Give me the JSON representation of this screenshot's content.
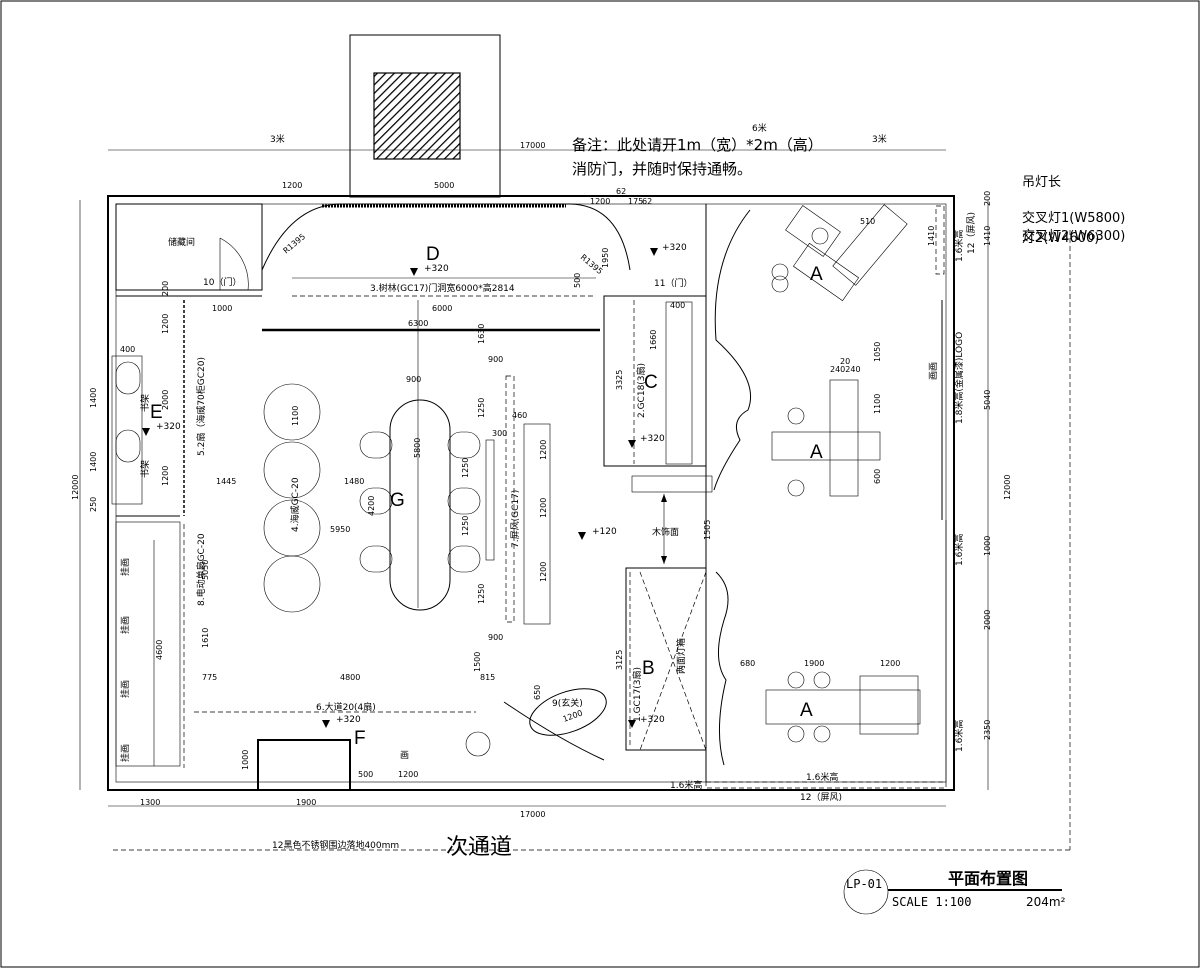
{
  "sheet": {
    "note_line1": "备注：此处请开1m（宽）*2m（高）",
    "note_line2": "消防门，并随时保持通畅。",
    "legend_title": "吊灯长",
    "legend_items": [
      "交叉灯1(W5800)",
      "交叉灯2(W6300)",
      "灯2(W4600)"
    ],
    "passage_label": "次通道",
    "drawing_no": "LP-01",
    "drawing_title": "平面布置图",
    "scale": "SCALE 1:100",
    "area": "204m²",
    "bottom_note": "12黑色不锈钢围边落地400mm"
  },
  "zones": {
    "A1": "A",
    "A2": "A",
    "A3": "A",
    "B": "B",
    "C": "C",
    "D": "D",
    "E": "E",
    "F": "F",
    "G": "G"
  },
  "labels": {
    "storage": "储藏间",
    "door10": "10（门）",
    "door11": "11（门）",
    "tree_wall": "3.树林(GC17)门洞宽6000*高2814",
    "gc18": "2.GC18(3扇)",
    "gc17_b": "1.GC17(3扇)",
    "screen": "7.屏风(GC17)",
    "haiwei70": "5.2扇（海威70柜GC20)",
    "haiwei": "4.海威GC-20",
    "door_single": "8.电动单扇GC-20",
    "aisle": "6.大道20(4扇)",
    "entrance": "9(玄关)",
    "wood_face": "木饰面",
    "lamp_box": "两面灯箱",
    "logo_wall": "1.8米高(金属漆)LOGO",
    "painting": "画",
    "painting_right": "画画",
    "hang_painting": "挂画",
    "bookshelf": "书架",
    "screen_bottom": "12（屏风)",
    "screen_right": "12（屏风)",
    "h16_1": "1.6米高",
    "h16_2": "1.6米高",
    "h16_3": "1.6米高",
    "h16_4": "1.6米高",
    "h16_5": "1.6米高",
    "h3m_left": "3米",
    "h3m_right": "3米",
    "h6m": "6米",
    "lvl_d": "+320",
    "lvl_e": "+320",
    "lvl_c": "+320",
    "lvl_top": "+320",
    "lvl_b": "+320",
    "lvl_f": "+320",
    "lvl_mid": "+120"
  },
  "dims": {
    "top_total": "17000",
    "bottom_total": "17000",
    "left_total": "12000",
    "right_total": "12000",
    "d1200a": "1200",
    "d5000": "5000",
    "d1200b": "1200",
    "d62a": "62",
    "d175": "175",
    "d62b": "62",
    "d200r1": "200",
    "d1410a": "1410",
    "d1410b": "1410",
    "d5040": "5040",
    "d1000r": "1000",
    "d2000r": "2000",
    "d2350": "2350",
    "d1000top": "1000",
    "d6000": "6000",
    "d6300": "6300",
    "d1630": "1630",
    "d900a": "900",
    "d900b": "900",
    "d900c": "900",
    "d1250a": "1250",
    "d1250b": "1250",
    "d1250c": "1250",
    "d1250d": "1250",
    "d1200c1": "1200",
    "d1200c2": "1200",
    "d1200c3": "1200",
    "d5800": "5800",
    "d4200": "4200",
    "d1480": "1480",
    "d1445": "1445",
    "d5950": "5950",
    "d1100": "1100",
    "d460": "460",
    "d300a": "300",
    "d1400a": "1400",
    "d1400b": "1400",
    "d400": "400",
    "d2000l": "2000",
    "d1200l": "1200",
    "d1200l2": "1200",
    "d250": "250",
    "d4600": "4600",
    "d5050": "5050",
    "d1610": "1610",
    "d775": "775",
    "d4800": "4800",
    "d815": "815",
    "d1500": "1500",
    "d1300": "1300",
    "d1900b": "1900",
    "d500b": "500",
    "d1200b2": "1200",
    "d1000b": "1000",
    "d3325": "3325",
    "d1660": "1660",
    "d1950": "1950",
    "d3125": "3125",
    "d1505": "1505",
    "d680": "680",
    "d1900a": "1900",
    "d1200a2": "1200",
    "d1050": "1050",
    "d1100b": "1100",
    "d600a": "600",
    "d510": "510",
    "d20": "20",
    "d240240": "240240",
    "r1395a": "R1395",
    "r1395b": "R1395",
    "d650": "650",
    "d1200e": "1200",
    "d400c": "400",
    "d500d": "500",
    "d200d": "200"
  }
}
